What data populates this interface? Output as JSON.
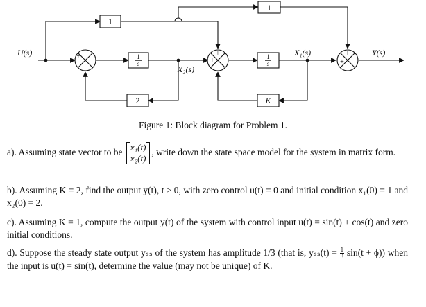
{
  "diagram": {
    "input_label": "U(s)",
    "output_label": "Y(s)",
    "x1_label": "X₁(s)",
    "x2_label": "X₂(s)",
    "gain_top_left": "1",
    "gain_top_right": "1",
    "gain_feedback_left": "2",
    "gain_feedback_right": "K",
    "integrator_num": "1",
    "integrator_den": "s",
    "sign_plus": "+",
    "sign_minus": "−"
  },
  "caption": "Figure 1: Block diagram for Problem 1.",
  "problems": {
    "a": {
      "prefix": "a). Assuming state vector to be",
      "vec_top": "x₁(t)",
      "vec_bottom": "x₂(t)",
      "suffix": ", write down the state space model for the system in matrix form."
    },
    "b": "b). Assuming K = 2, find the output y(t), t ≥ 0, with zero control u(t) = 0 and initial condition x₁(0) = 1 and x₂(0) = 2.",
    "c": "c). Assuming K = 1, compute the output y(t) of the system with control input u(t) = sin(t) + cos(t) and zero initial conditions.",
    "d_before": "d). Suppose the steady state output yₛₛ of the system has amplitude 1/3 (that is, yₛₛ(t) =",
    "d_frac_num": "1",
    "d_frac_den": "3",
    "d_after": "sin(t + ϕ)) when the input is u(t) = sin(t), determine the value (may not be unique) of K."
  }
}
